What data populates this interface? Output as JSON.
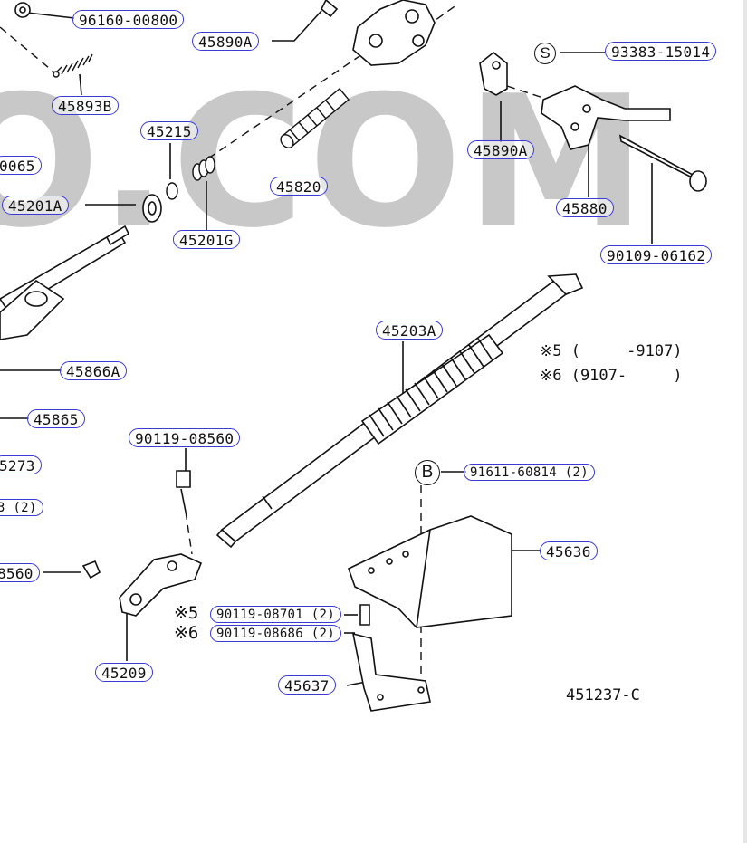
{
  "parts": {
    "p96160": "96160-00800",
    "p45890a_top": "45890A",
    "p93383": "93383-15014",
    "p45893b": "45893B",
    "p45215": "45215",
    "p0065": "0065",
    "p45820": "45820",
    "p45890a_mid": "45890A",
    "p45201a": "45201A",
    "p45201g": "45201G",
    "p45880": "45880",
    "p90109": "90109-06162",
    "p45203a": "45203A",
    "p45866a": "45866A",
    "p45865": "45865",
    "p90119_08560": "90119-08560",
    "p5273": "5273",
    "p_2": "3 (2)",
    "p91611": "91611-60814 (2)",
    "p45636": "45636",
    "p8560": "8560",
    "p90119_08701": "90119-08701 (2)",
    "p90119_08686": "90119-08686 (2)",
    "p45209": "45209",
    "p45637": "45637"
  },
  "notes": {
    "n5": "※5 (     -9107)",
    "n6": "※6 (9107-     )",
    "m5": "※5",
    "m6": "※6",
    "s_marker": "S",
    "b_marker": "B",
    "diagram_id": "451237-C"
  },
  "watermark": "O.COM",
  "colors": {
    "label_border": "#3a3ad8",
    "watermark": "#c8c8c8",
    "ink": "#111111"
  }
}
